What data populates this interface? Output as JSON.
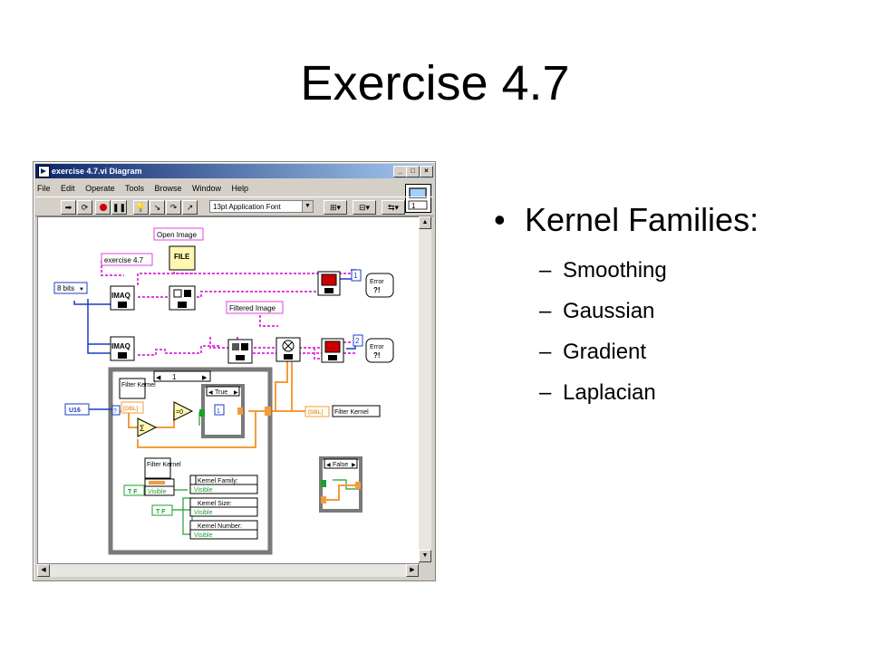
{
  "slide": {
    "title": "Exercise 4.7",
    "bullet": "Kernel Families:",
    "bullet_marker": "•",
    "sub_marker": "–",
    "sub_items": [
      "Smoothing",
      "Gaussian",
      "Gradient",
      "Laplacian"
    ]
  },
  "window": {
    "title": "exercise 4.7.vi Diagram",
    "menu": [
      "File",
      "Edit",
      "Operate",
      "Tools",
      "Browse",
      "Window",
      "Help"
    ],
    "font_selector": "13pt Application Font",
    "vi_icon_value": "1"
  },
  "diagram": {
    "open_image": "Open Image",
    "vi_name": "exercise 4.7",
    "bits_selector": "8 bits",
    "imaq_1": "IMAQ",
    "imaq_2": "IMAQ",
    "filtered_image": "Filtered Image",
    "display_1": "1",
    "display_2": "2",
    "error_1": "Error",
    "error_2": "Error",
    "error_sub": "?!",
    "case_selector": "1",
    "filter_kernel_1": "Filter Kernel",
    "filter_kernel_2": "Filter Kernel",
    "dbl_1": "[DBL]",
    "dbl_2": "[DBL]",
    "u16": "U16",
    "true_case": "True",
    "false_case": "False",
    "const_1": "1",
    "filter_kernel_out": "Filter Kernel",
    "kernel_family": "Kernel Family:",
    "kernel_size": "Kernel Size:",
    "kernel_number": "Kernel Number:",
    "visible": "Visible",
    "tf": "T F",
    "sum": "Σ",
    "eq_zero": "=0"
  }
}
